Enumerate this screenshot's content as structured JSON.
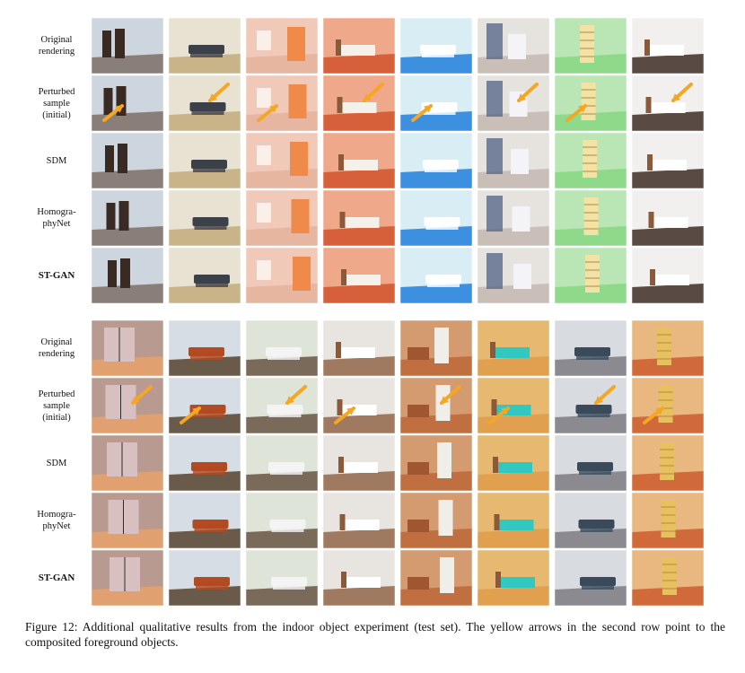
{
  "figure": {
    "row_labels": [
      "Original\nrendering",
      "Perturbed\nsample\n(initial)",
      "SDM",
      "Homogra-\nphyNet",
      "ST-GAN"
    ],
    "bold_row_index": 4,
    "arrow_row_index": 1,
    "arrow_color": "#f5a623",
    "panels": [
      {
        "scenes": [
          {
            "wall": "#cdd6de",
            "floor": "#8a7f78",
            "accent": "#3a2a24",
            "object": "doors"
          },
          {
            "wall": "#e8e2d2",
            "floor": "#c8b488",
            "accent": "#3c4048",
            "object": "sofa"
          },
          {
            "wall": "#f0c9b8",
            "floor": "#e6b6a0",
            "accent": "#f08a4a",
            "object": "panel"
          },
          {
            "wall": "#f0a88a",
            "floor": "#d6603a",
            "accent": "#f4f0ea",
            "object": "bed"
          },
          {
            "wall": "#d8eef4",
            "floor": "#3d8fe0",
            "accent": "#ffffff",
            "object": "sofa"
          },
          {
            "wall": "#e6e2de",
            "floor": "#c9bfb8",
            "accent": "#5a6a8a",
            "object": "cabinet"
          },
          {
            "wall": "#b9e6b4",
            "floor": "#8fd98a",
            "accent": "#f2e2a6",
            "object": "shelf"
          },
          {
            "wall": "#f2f0ee",
            "floor": "#5a4a44",
            "accent": "#ffffff",
            "object": "bed"
          }
        ]
      },
      {
        "scenes": [
          {
            "wall": "#b89a90",
            "floor": "#e0a070",
            "accent": "#d8c0c0",
            "object": "wardrobe"
          },
          {
            "wall": "#d6dde4",
            "floor": "#6a5a4a",
            "accent": "#b24a22",
            "object": "sofa"
          },
          {
            "wall": "#dfe4d8",
            "floor": "#7a6a5a",
            "accent": "#f4f4f4",
            "object": "sofa"
          },
          {
            "wall": "#e8e4e0",
            "floor": "#a07a60",
            "accent": "#ffffff",
            "object": "bed"
          },
          {
            "wall": "#d49a70",
            "floor": "#c07040",
            "accent": "#f0eee8",
            "object": "fridge"
          },
          {
            "wall": "#e6b870",
            "floor": "#e0a050",
            "accent": "#30c8c0",
            "object": "bed"
          },
          {
            "wall": "#d8dce0",
            "floor": "#8a8a90",
            "accent": "#3a4a5a",
            "object": "sofa"
          },
          {
            "wall": "#e8b880",
            "floor": "#d06a3a",
            "accent": "#e8c060",
            "object": "shelf"
          }
        ]
      }
    ]
  },
  "caption": "Figure 12: Additional qualitative results from the indoor object experiment (test set). The yellow arrows in the second row point to the composited foreground objects."
}
